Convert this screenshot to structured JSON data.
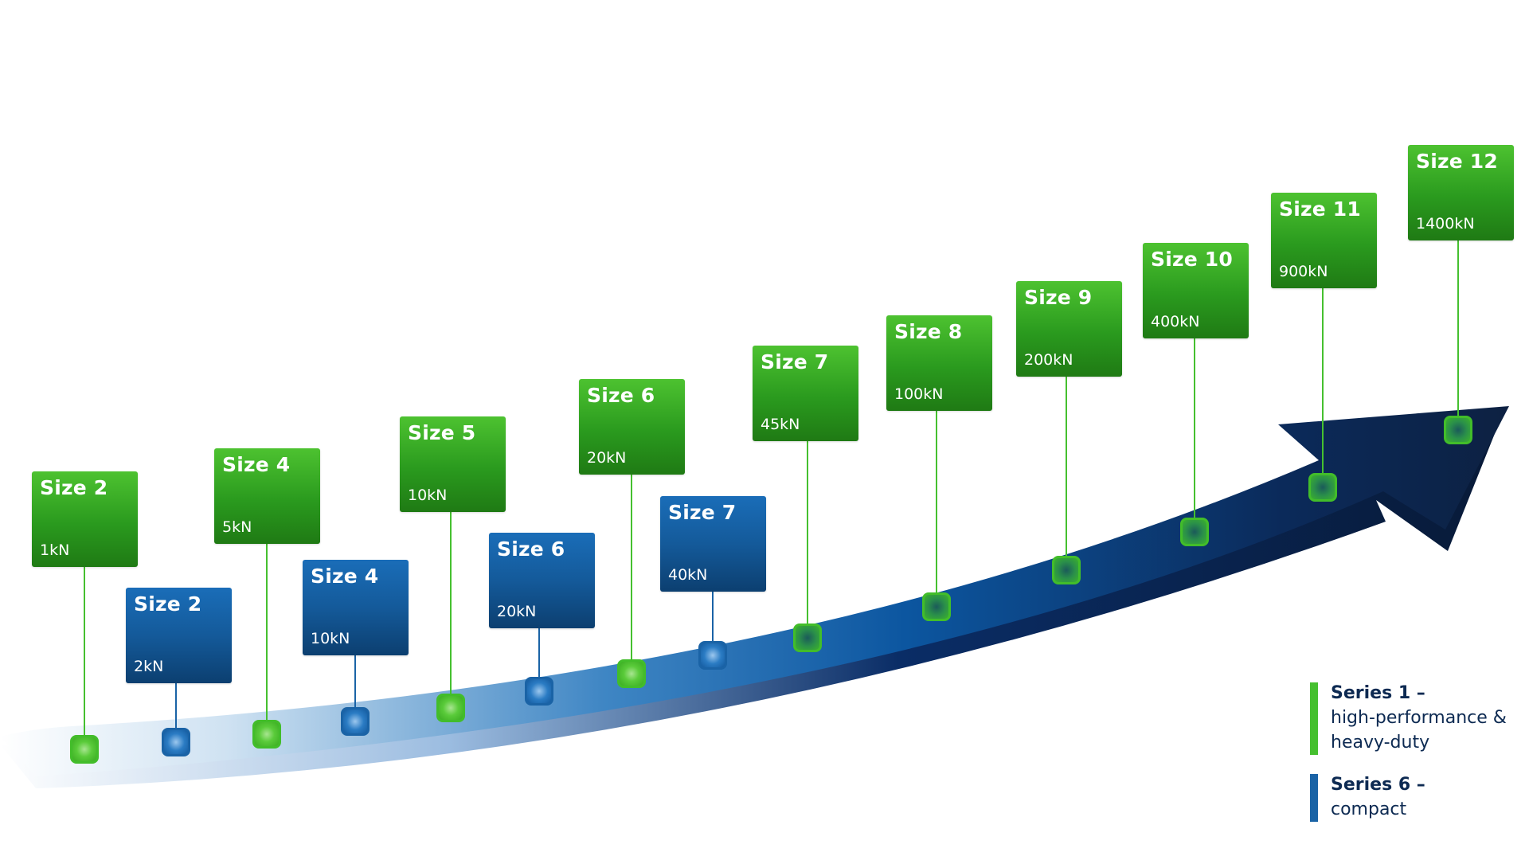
{
  "colors": {
    "series1": "#45c02f",
    "series6": "#1a63a6",
    "arrow_dark": "#0d2142",
    "legend_text": "#0d2a52"
  },
  "milestones": [
    {
      "series": "series1",
      "size": "Size 2",
      "force": "1kN"
    },
    {
      "series": "series6",
      "size": "Size 2",
      "force": "2kN"
    },
    {
      "series": "series1",
      "size": "Size 4",
      "force": "5kN"
    },
    {
      "series": "series6",
      "size": "Size 4",
      "force": "10kN"
    },
    {
      "series": "series1",
      "size": "Size 5",
      "force": "10kN"
    },
    {
      "series": "series6",
      "size": "Size 6",
      "force": "20kN"
    },
    {
      "series": "series1",
      "size": "Size 6",
      "force": "20kN"
    },
    {
      "series": "series6",
      "size": "Size 7",
      "force": "40kN"
    },
    {
      "series": "series1",
      "size": "Size 7",
      "force": "45kN"
    },
    {
      "series": "series1",
      "size": "Size 8",
      "force": "100kN"
    },
    {
      "series": "series1",
      "size": "Size 9",
      "force": "200kN"
    },
    {
      "series": "series1",
      "size": "Size 10",
      "force": "400kN"
    },
    {
      "series": "series1",
      "size": "Size 11",
      "force": "900kN"
    },
    {
      "series": "series1",
      "size": "Size 12",
      "force": "1400kN"
    }
  ],
  "legend": {
    "series1": {
      "title": "Series 1 –",
      "desc_line1": "high-performance &",
      "desc_line2": "heavy-duty"
    },
    "series6": {
      "title": "Series 6 –",
      "desc_line1": "compact"
    }
  }
}
